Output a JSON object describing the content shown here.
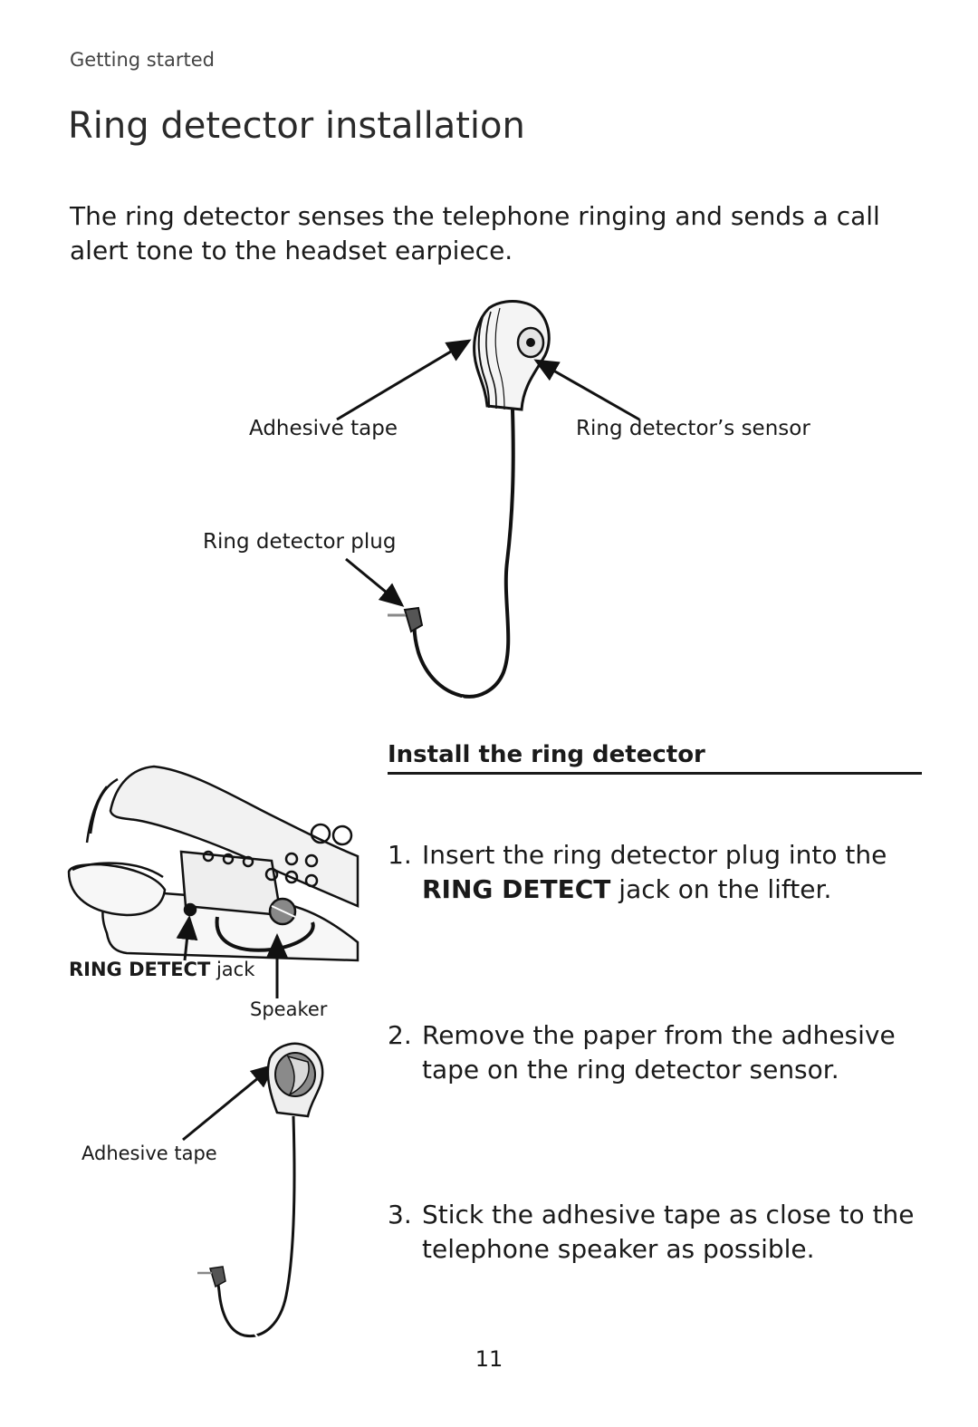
{
  "header": {
    "section": "Getting started",
    "title": "Ring detector installation"
  },
  "intro": "The ring detector senses the telephone ringing and sends a call alert tone to the headset earpiece.",
  "top_figure": {
    "labels": {
      "adhesive_tape": "Adhesive tape",
      "sensor": "Ring detector’s sensor",
      "plug": "Ring detector plug"
    }
  },
  "install": {
    "heading": "Install the ring detector",
    "steps": [
      {
        "number": "1.",
        "text_before": "Insert the ring detector plug into the ",
        "bold": "RING DETECT",
        "text_after": " jack on the lifter."
      },
      {
        "number": "2.",
        "text": "Remove the paper from the adhesive tape on the ring detector sensor."
      },
      {
        "number": "3.",
        "text": "Stick the adhesive tape as close to the telephone speaker as possible."
      }
    ]
  },
  "left_figure": {
    "jack_bold": "RING DETECT",
    "jack_rest": " jack",
    "speaker": "Speaker",
    "adhesive_tape": "Adhesive tape"
  },
  "footer": {
    "page_number": "11"
  }
}
